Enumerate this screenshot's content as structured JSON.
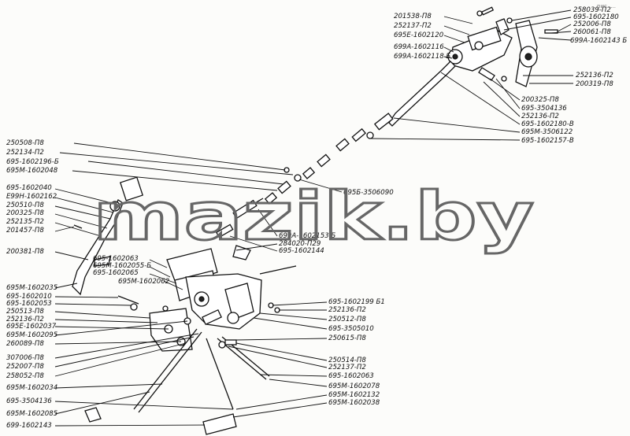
{
  "watermark": "mazik.by",
  "corner_mark": "рис. ...",
  "labels": {
    "l01": "201538-П8",
    "l02": "252137-П2",
    "l03": "695Е-1602120",
    "l04": "699А-1602116",
    "l05": "699А-1602118 Б",
    "l06": "258039-П2",
    "l07": "695-1602180",
    "l08": "252006-П8",
    "l09": "260061-П8",
    "l10": "699А-1602143 Б",
    "l11": "252136-П2",
    "l12": "200319-П8",
    "l13": "200325-П8",
    "l14": "695-3504136",
    "l15": "252136-П2",
    "l16": "695-1602180-В",
    "l17": "695М-3506122",
    "l18": "695-1602157-В",
    "l19": "250508-П8",
    "l20": "252134-П2",
    "l21": "695-1602196-Б",
    "l22": "695М-1602048",
    "l23": "695-1602040",
    "l24": "Е99Н-1602162",
    "l25": "250510-П8",
    "l26": "200325-П8",
    "l27": "252135-П2",
    "l28": "201457-П8",
    "l29": "695Б-3506090",
    "l30": "699А-1602153 Б",
    "l31": "284020-П29",
    "l32": "695-1602144",
    "l33": "200381-П8",
    "l34": "695-1602063",
    "l35": "695М-1602055-Б",
    "l36": "695-1602065",
    "l37": "695М-1602062",
    "l38": "695М-1602035",
    "l39": "695-1602010",
    "l40": "695-1602053",
    "l41": "250513-П8",
    "l42": "252136-П2",
    "l43": "695Е-1602037",
    "l44": "695М-1602095",
    "l45": "260089-П8",
    "l46": "695-1602199 Б1",
    "l47": "252136-П2",
    "l48": "250512-П8",
    "l49": "695-3505010",
    "l50": "250615-П8",
    "l51": "307006-П8",
    "l52": "252007-П8",
    "l53": "258052-П8",
    "l54": "695М-1602034",
    "l55": "695-3504136",
    "l56": "695М-1602085",
    "l57": "699-1602143",
    "l58": "250514-П8",
    "l59": "252137-П2",
    "l60": "695-1602063",
    "l61": "695М-1602078",
    "l62": "695М-1602132",
    "l63": "695М-1602038"
  },
  "notes": {
    "parts": "Exploded view of the clutch release mechanism: master cylinder with bracket, pushrod shaft, linkage rods, pedal, lever and brackets."
  }
}
